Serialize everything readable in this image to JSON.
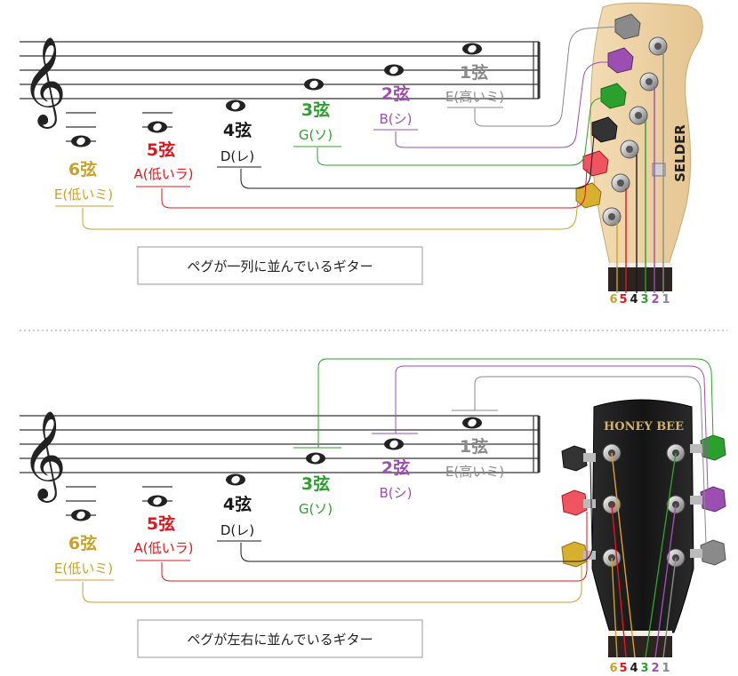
{
  "colors": {
    "s1": "#8a8a8a",
    "s2": "#9b4fb0",
    "s3": "#2ca02c",
    "s4": "#1a1a1a",
    "s5": "#e3141b",
    "s6": "#c9a227"
  },
  "sections": [
    {
      "id": "top",
      "caption": "ペグが一列に並んでいるギター",
      "brand": "SELDER",
      "notes": [
        {
          "string_label": "1弦",
          "note_label": "E(高いミ)",
          "color_key": "s1"
        },
        {
          "string_label": "2弦",
          "note_label": "B(シ)",
          "color_key": "s2"
        },
        {
          "string_label": "3弦",
          "note_label": "G(ソ)",
          "color_key": "s3"
        },
        {
          "string_label": "4弦",
          "note_label": "D(レ)",
          "color_key": "s4"
        },
        {
          "string_label": "5弦",
          "note_label": "A(低いラ)",
          "color_key": "s5"
        },
        {
          "string_label": "6弦",
          "note_label": "E(低いミ)",
          "color_key": "s6"
        }
      ],
      "string_numbers": [
        "6",
        "5",
        "4",
        "3",
        "2",
        "1"
      ]
    },
    {
      "id": "bottom",
      "caption": "ペグが左右に並んでいるギター",
      "brand": "HONEY BEE",
      "notes": [
        {
          "string_label": "1弦",
          "note_label": "E(高いミ)",
          "color_key": "s1"
        },
        {
          "string_label": "2弦",
          "note_label": "B(シ)",
          "color_key": "s2"
        },
        {
          "string_label": "3弦",
          "note_label": "G(ソ)",
          "color_key": "s3"
        },
        {
          "string_label": "4弦",
          "note_label": "D(レ)",
          "color_key": "s4"
        },
        {
          "string_label": "5弦",
          "note_label": "A(低いラ)",
          "color_key": "s5"
        },
        {
          "string_label": "6弦",
          "note_label": "E(低いミ)",
          "color_key": "s6"
        }
      ],
      "string_numbers": [
        "6",
        "5",
        "4",
        "3",
        "2",
        "1"
      ]
    }
  ]
}
